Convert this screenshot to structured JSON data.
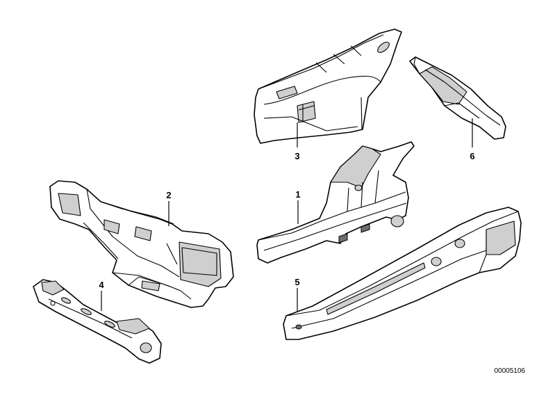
{
  "callouts": {
    "p1": "1",
    "p2": "2",
    "p3": "3",
    "p4": "4",
    "p5": "5",
    "p6": "6"
  },
  "diagram_code": "00005106"
}
